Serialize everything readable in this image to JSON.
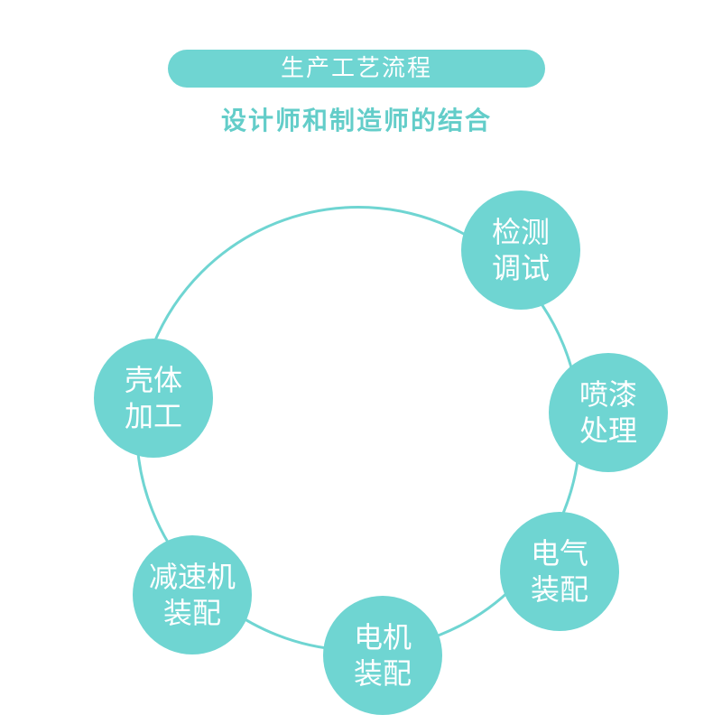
{
  "header": {
    "title": "生产工艺流程",
    "subtitle": "设计师和制造师的结合"
  },
  "process": {
    "steps": [
      {
        "line1": "检测",
        "line2": "调试"
      },
      {
        "line1": "喷漆",
        "line2": "处理"
      },
      {
        "line1": "电气",
        "line2": "装配"
      },
      {
        "line1": "电机",
        "line2": "装配"
      },
      {
        "line1": "减速机",
        "line2": "装配"
      },
      {
        "line1": "壳体",
        "line2": "加工"
      }
    ]
  },
  "colors": {
    "accent": "#6fd5d2",
    "subtitle": "#63cdc9",
    "node_text": "#ffffff"
  }
}
